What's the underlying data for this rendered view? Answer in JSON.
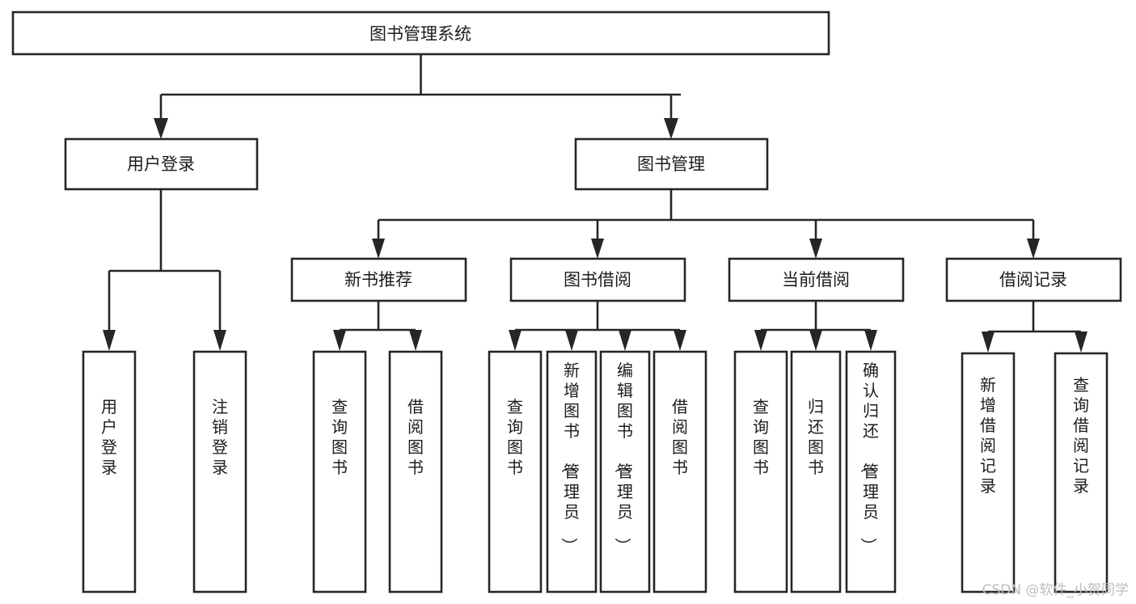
{
  "diagram": {
    "title": "图书管理系统",
    "type": "tree-hierarchy",
    "root": {
      "label": "图书管理系统"
    },
    "level2": [
      {
        "label": "用户登录"
      },
      {
        "label": "图书管理"
      }
    ],
    "level3": [
      {
        "label": "新书推荐"
      },
      {
        "label": "图书借阅"
      },
      {
        "label": "当前借阅"
      },
      {
        "label": "借阅记录"
      }
    ],
    "leaves": {
      "user_login": [
        {
          "label": "用户登录"
        },
        {
          "label": "注销登录"
        }
      ],
      "new_book_recommend": [
        {
          "label": "查询图书"
        },
        {
          "label": "借阅图书"
        }
      ],
      "book_borrow": [
        {
          "label": "查询图书"
        },
        {
          "label": "新增图书（管理员）"
        },
        {
          "label": "编辑图书（管理员）"
        },
        {
          "label": "借阅图书"
        }
      ],
      "current_borrow": [
        {
          "label": "查询图书"
        },
        {
          "label": "归还图书"
        },
        {
          "label": "确认归还（管理员）"
        }
      ],
      "borrow_record": [
        {
          "label": "新增借阅记录"
        },
        {
          "label": "查询借阅记录"
        }
      ]
    }
  },
  "watermark": {
    "text": "CSDN @软件_小贺同学"
  },
  "colors": {
    "stroke": "#262626",
    "fill": "#ffffff",
    "text": "#1c1c1c",
    "watermark": "#bdbdbd"
  }
}
